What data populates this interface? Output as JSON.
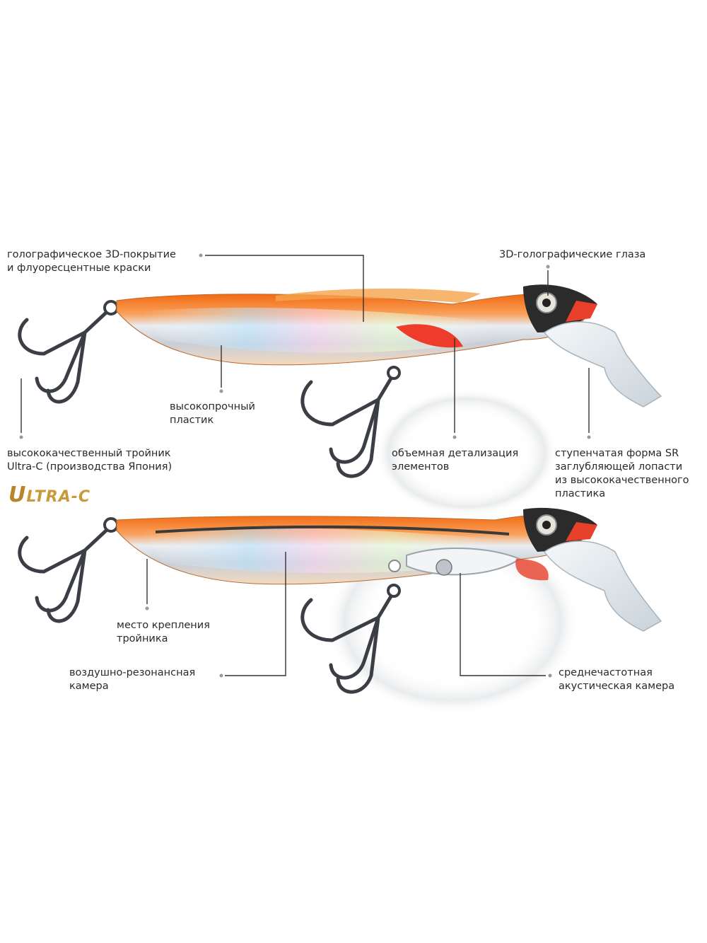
{
  "colors": {
    "body_orange": "#f07a22",
    "body_silver": "#d9dde2",
    "head_red": "#e8402a",
    "lip_clear": "#dfe8ee",
    "callout_line": "#333333",
    "logo_gold": "#c89a3a"
  },
  "logo": {
    "first": "U",
    "rest": "LTRA-C"
  },
  "callouts_top": {
    "holographic_coating": "голографическое 3D-покрытие\nи флуоресцентные краски",
    "eyes": "3D-голографические глаза",
    "plastic": "высокопрочный\nпластик",
    "treble_hook": "высококачественный тройник\nUltra-C (производства Япония)",
    "detailing": "объемная детализация\nэлементов",
    "diving_lip": "ступенчатая форма SR\nзаглубляющей лопасти\nиз высококачественного\nпластика"
  },
  "callouts_bottom": {
    "hook_mount": "место крепления\nтройника",
    "air_chamber": "воздушно-резонансная\nкамера",
    "acoustic_chamber": "среднечастотная\nакустическая камера"
  },
  "icons": [
    "treble-hook-icon",
    "fish-lure-icon",
    "rattle-ball-icon"
  ]
}
